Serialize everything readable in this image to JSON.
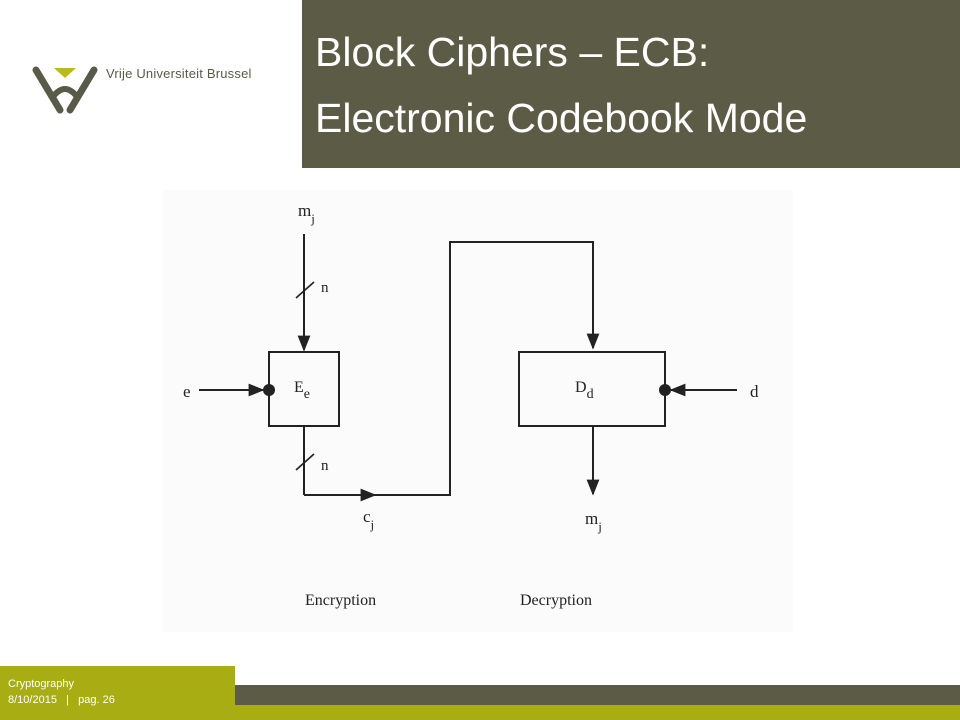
{
  "header": {
    "logo_text": "Vrije Universiteit Brussel",
    "title_line1": "Block Ciphers – ECB:",
    "title_line2": "Electronic Codebook Mode"
  },
  "diagram": {
    "input_plaintext": {
      "base": "m",
      "sub": "j"
    },
    "bits_top": "n",
    "bits_bottom": "n",
    "encrypt_box": {
      "base": "E",
      "sub": "e"
    },
    "decrypt_box": {
      "base": "D",
      "sub": "d"
    },
    "encrypt_key": "e",
    "decrypt_key": "d",
    "ciphertext": {
      "base": "c",
      "sub": "j"
    },
    "output_plaintext": {
      "base": "m",
      "sub": "j"
    },
    "caption_left": "Encryption",
    "caption_right": "Decryption"
  },
  "footer": {
    "course": "Cryptography",
    "date": "8/10/2015",
    "separator": "|",
    "page": "pag. 26"
  },
  "colors": {
    "title_bg": "#5c5c46",
    "accent_olive": "#a7ad13",
    "title_text": "#ffffff"
  }
}
